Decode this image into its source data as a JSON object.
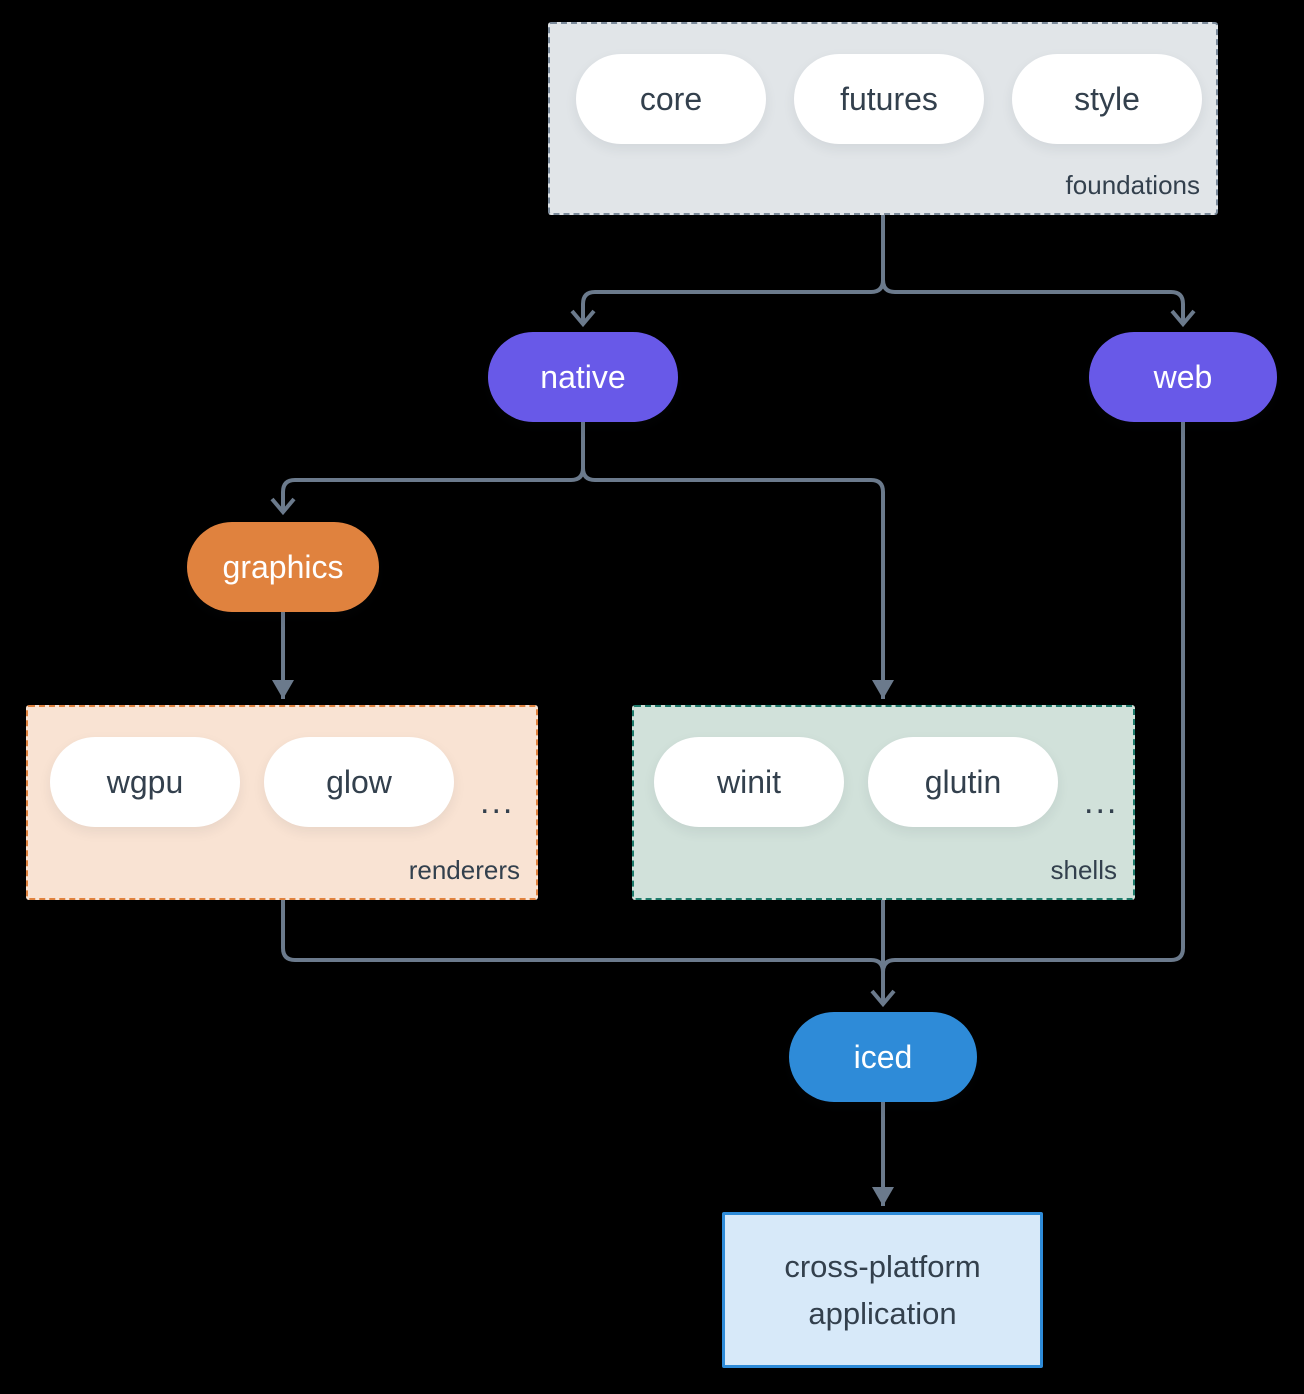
{
  "groups": {
    "foundations": {
      "label": "foundations",
      "items": [
        "core",
        "futures",
        "style"
      ]
    },
    "renderers": {
      "label": "renderers",
      "items": [
        "wgpu",
        "glow"
      ],
      "more": "..."
    },
    "shells": {
      "label": "shells",
      "items": [
        "winit",
        "glutin"
      ],
      "more": "..."
    }
  },
  "nodes": {
    "native": {
      "label": "native"
    },
    "web": {
      "label": "web"
    },
    "graphics": {
      "label": "graphics"
    },
    "iced": {
      "label": "iced"
    },
    "application": {
      "lines": [
        "cross-platform",
        "application"
      ]
    }
  },
  "colors": {
    "background": "#000000",
    "line": "#6b7a8c",
    "text": "#33404d",
    "purple": "#6859e8",
    "orange": "#e0823e",
    "blue": "#2e8bd8",
    "foundations_fill": "#e1e5e8",
    "foundations_border": "#7b8a9a",
    "renderers_fill": "#f9e3d3",
    "shells_fill": "#d1e1da",
    "shells_border": "#1e7b6b",
    "app_fill": "#d7e9f9",
    "pill_fill": "#ffffff",
    "pill_text_light": "#ffffff"
  }
}
